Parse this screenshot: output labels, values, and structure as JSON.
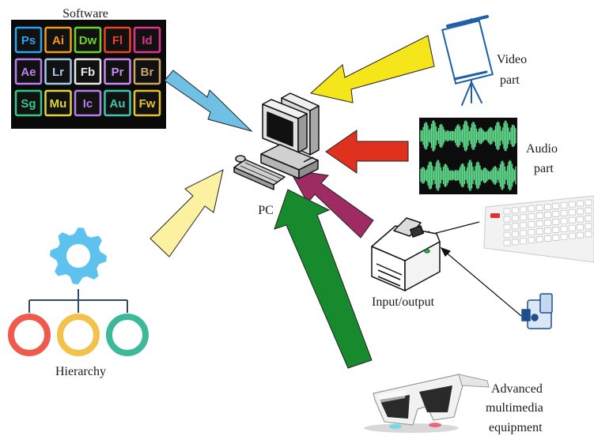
{
  "labels": {
    "software": "Software",
    "video_line1": "Video",
    "video_line2": "part",
    "audio_line1": "Audio",
    "audio_line2": "part",
    "pc": "PC",
    "input_output": "Input/output",
    "hierarchy": "Hierarchy",
    "advanced_line1": "Advanced",
    "advanced_line2": "multimedia",
    "advanced_line3": "equipment"
  },
  "software_tiles": [
    {
      "text": "Ps",
      "color": "#2aa3f0"
    },
    {
      "text": "Ai",
      "color": "#f39c1a"
    },
    {
      "text": "Dw",
      "color": "#6fd12b"
    },
    {
      "text": "Fl",
      "color": "#e8432b"
    },
    {
      "text": "Id",
      "color": "#e0358f"
    },
    {
      "text": "Ae",
      "color": "#b980f5"
    },
    {
      "text": "Lr",
      "color": "#a7c8e8"
    },
    {
      "text": "Fb",
      "color": "#e8e8e8"
    },
    {
      "text": "Pr",
      "color": "#c88cf2"
    },
    {
      "text": "Br",
      "color": "#c9a56a"
    },
    {
      "text": "Sg",
      "color": "#33c78a"
    },
    {
      "text": "Mu",
      "color": "#e2d53a"
    },
    {
      "text": "Ic",
      "color": "#b97cf0"
    },
    {
      "text": "Au",
      "color": "#3ec7b0"
    },
    {
      "text": "Fw",
      "color": "#e8c22a"
    }
  ],
  "arrow_colors": {
    "software": "#6ec1e4",
    "video": "#f5e61b",
    "audio": "#e0301e",
    "hierarchy": "#fbf1a0",
    "input_output": "#9e2c63",
    "advanced": "#178a2e"
  },
  "hierarchy_circle_colors": [
    "#ef5a4c",
    "#f3c24b",
    "#3fb89a"
  ],
  "gear_color": "#5dc2ee"
}
